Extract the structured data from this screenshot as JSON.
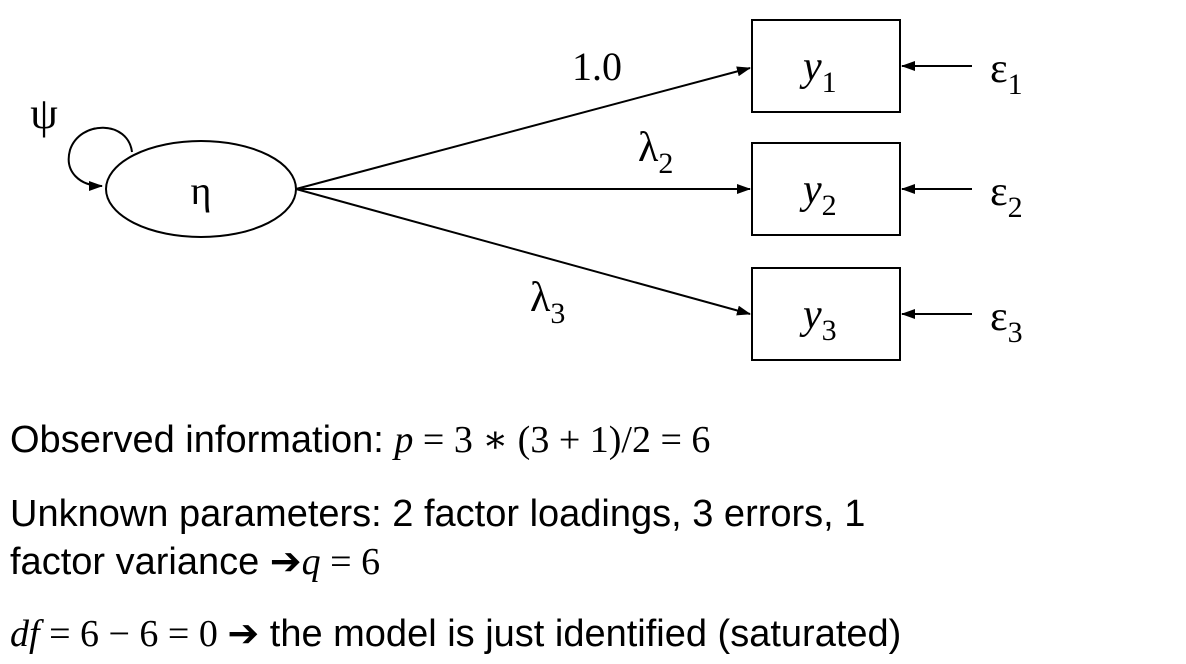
{
  "diagram": {
    "latent": "η",
    "variance": "ψ",
    "indicators": [
      {
        "base": "y",
        "sub": "1",
        "loading": "1.0",
        "loading_sub": "",
        "error_base": "ε",
        "error_sub": "1"
      },
      {
        "base": "y",
        "sub": "2",
        "loading": "λ",
        "loading_sub": "2",
        "error_base": "ε",
        "error_sub": "2"
      },
      {
        "base": "y",
        "sub": "3",
        "loading": "λ",
        "loading_sub": "3",
        "error_base": "ε",
        "error_sub": "3"
      }
    ]
  },
  "text": {
    "line1_label": "Observed information: ",
    "line1_p": "p",
    "line1_formula": " = 3 ∗ (3 + 1)/2 = 6",
    "line2a": "Unknown parameters: 2 factor loadings, 3 errors, 1",
    "line2b_label": "factor variance ",
    "arrow": "➔",
    "line2b_q": "q",
    "line2b_formula": " = 6",
    "line3_df": "df",
    "line3_formula": " = 6 − 6 = 0 ",
    "line3_text": " the model is just identified (saturated)"
  }
}
